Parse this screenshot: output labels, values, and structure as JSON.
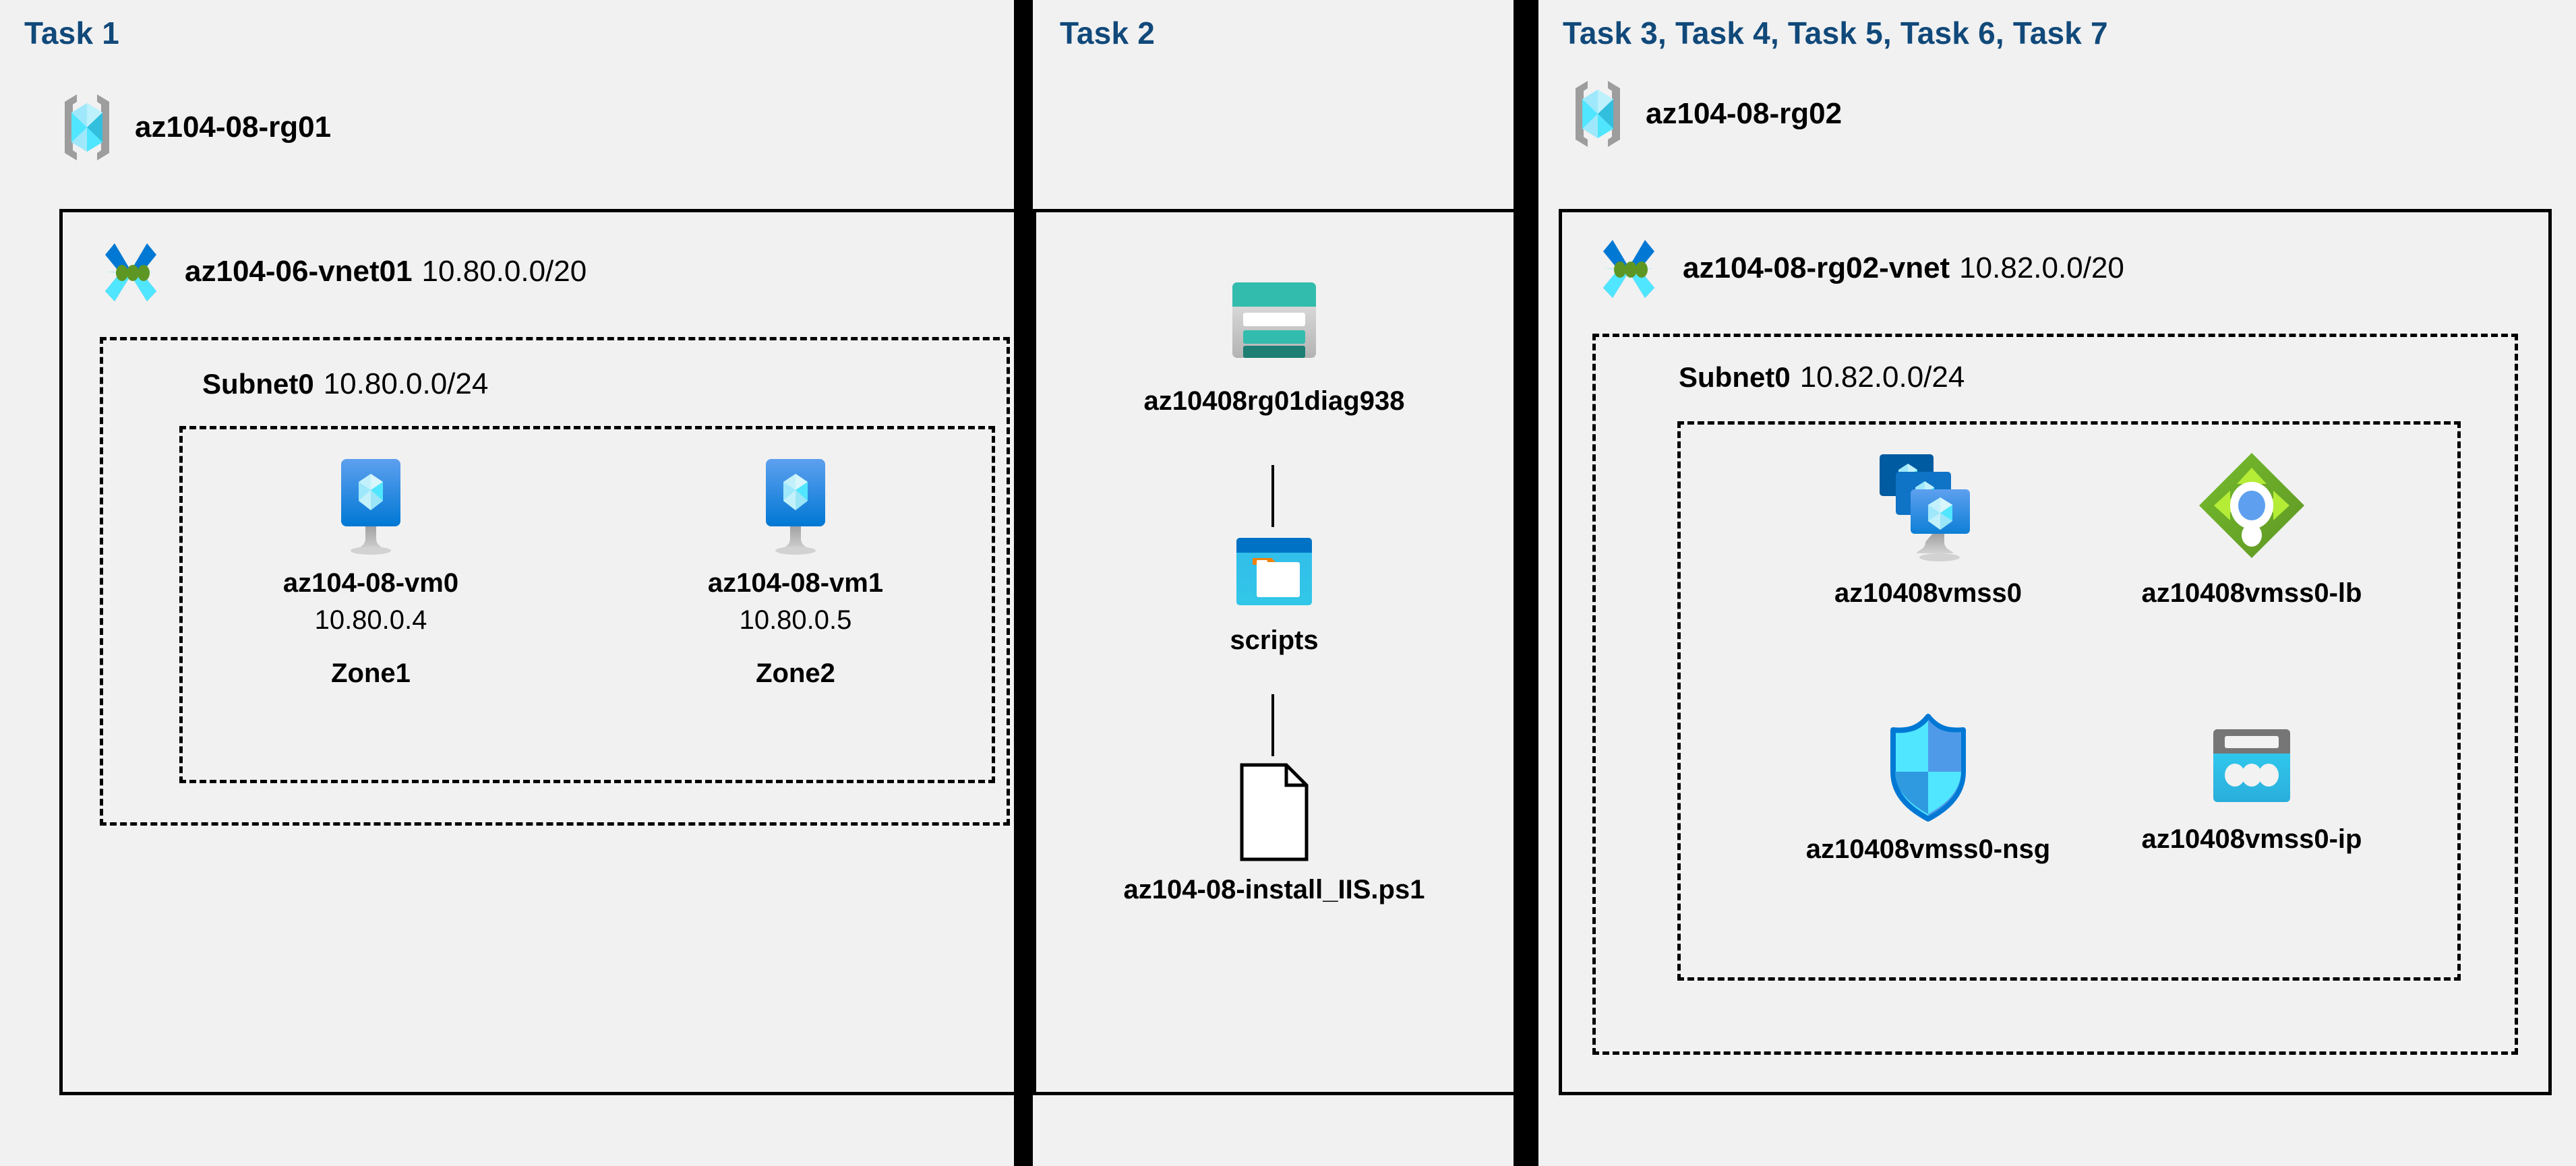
{
  "panels": [
    {
      "heading": "Task 1",
      "resource_group": {
        "name": "az104-08-rg01",
        "icon": "resource-group-icon"
      },
      "vnet": {
        "name": "az104-06-vnet01",
        "cidr": "10.80.0.0/20",
        "icon": "virtual-network-icon"
      },
      "subnet": {
        "name": "Subnet0",
        "cidr": "10.80.0.0/24"
      },
      "vms": [
        {
          "name": "az104-08-vm0",
          "ip": "10.80.0.4",
          "zone": "Zone1",
          "icon": "virtual-machine-icon"
        },
        {
          "name": "az104-08-vm1",
          "ip": "10.80.0.5",
          "zone": "Zone2",
          "icon": "virtual-machine-icon"
        }
      ]
    },
    {
      "heading": "Task 2",
      "items": [
        {
          "name": "az10408rg01diag938",
          "icon": "storage-account-icon"
        },
        {
          "name": "scripts",
          "icon": "blob-container-icon"
        },
        {
          "name": "az104-08-install_IIS.ps1",
          "icon": "script-file-icon"
        }
      ]
    },
    {
      "heading": "Task 3, Task 4, Task 5, Task 6, Task 7",
      "resource_group": {
        "name": "az104-08-rg02",
        "icon": "resource-group-icon"
      },
      "vnet": {
        "name": "az104-08-rg02-vnet",
        "cidr": "10.82.0.0/20",
        "icon": "virtual-network-icon"
      },
      "subnet": {
        "name": "Subnet0",
        "cidr": "10.82.0.0/24"
      },
      "resources": [
        {
          "name": "az10408vmss0",
          "icon": "vm-scale-set-icon"
        },
        {
          "name": "az10408vmss0-lb",
          "icon": "load-balancer-icon"
        },
        {
          "name": "az10408vmss0-nsg",
          "icon": "network-security-group-icon"
        },
        {
          "name": "az10408vmss0-ip",
          "icon": "public-ip-address-icon"
        }
      ]
    }
  ],
  "colors": {
    "heading": "#11497a",
    "background": "#f1f1f1",
    "border": "#000000",
    "azure_blue": "#0078d4",
    "azure_cyan": "#50e6ff",
    "teal": "#2aa99a",
    "green": "#5e9624"
  }
}
